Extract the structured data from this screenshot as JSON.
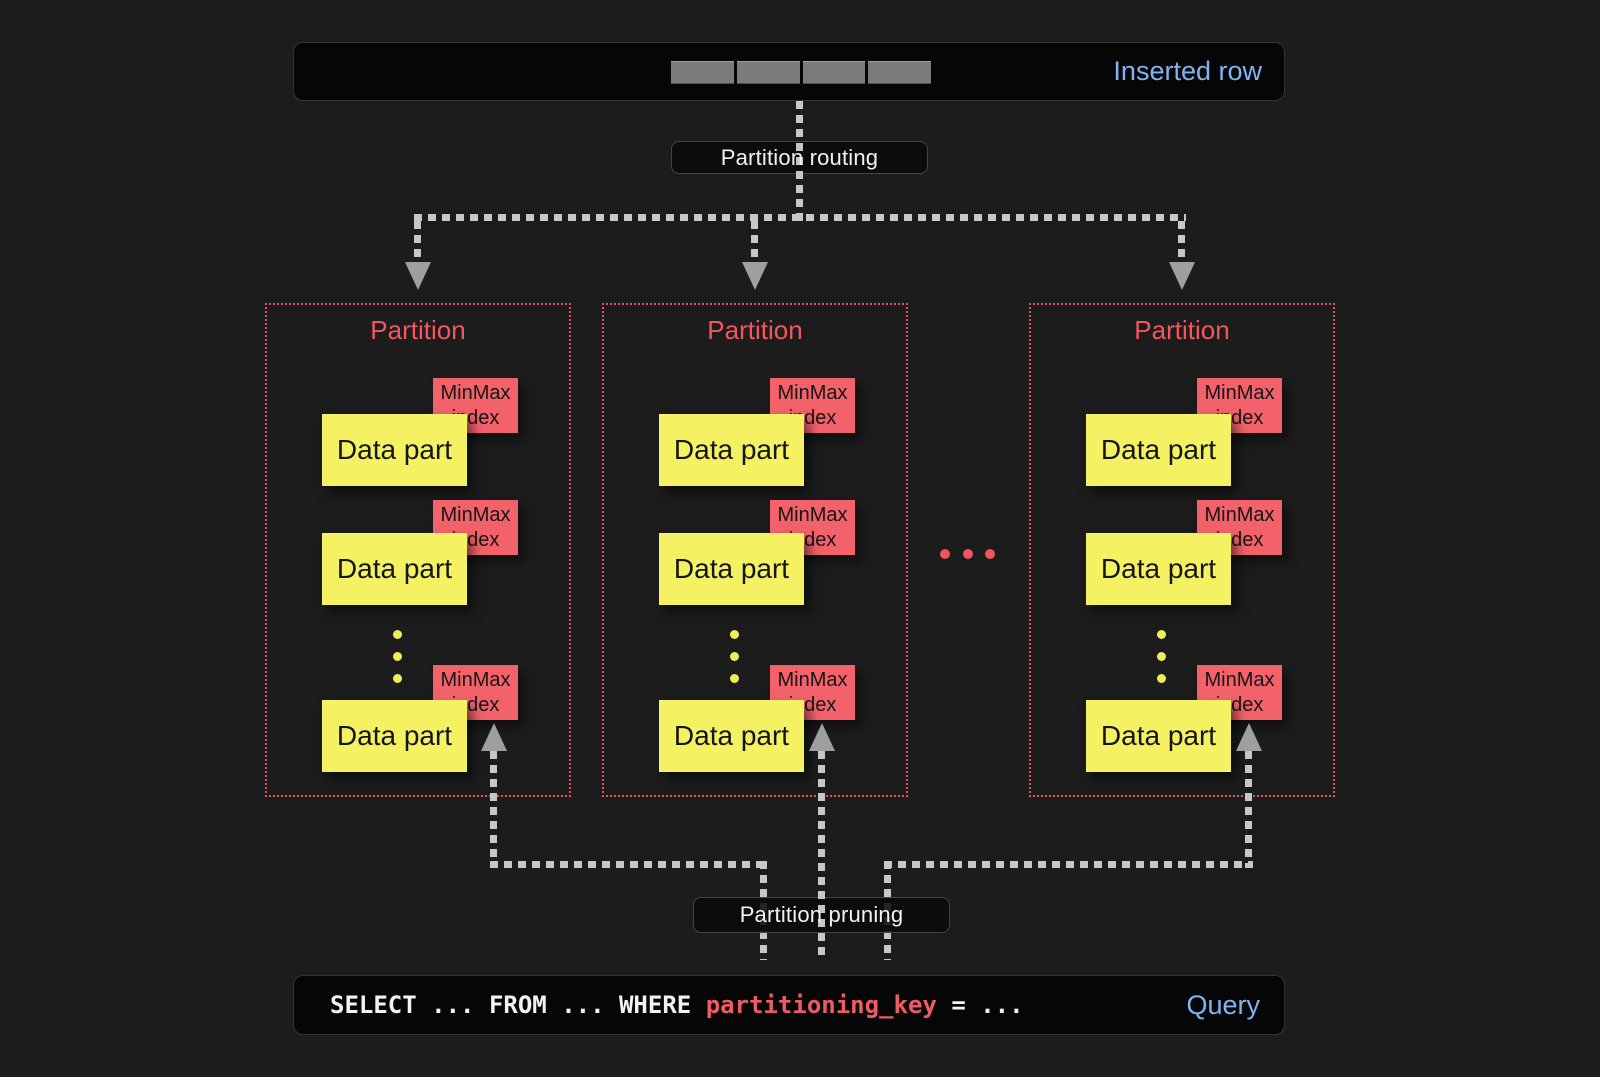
{
  "inserted_row": {
    "label": "Inserted row",
    "cell_count": 4
  },
  "flow": {
    "routing_label": "Partition routing",
    "pruning_label": "Partition pruning"
  },
  "partitions": [
    {
      "title": "Partition"
    },
    {
      "title": "Partition"
    },
    {
      "title": "Partition"
    }
  ],
  "parts": {
    "data_part_label": "Data part",
    "minmax_label": "MinMax index",
    "visible_parts_per_partition": 3,
    "vertical_ellipsis_dots": 3
  },
  "partition_gap_ellipsis_dots": 3,
  "query": {
    "sql_before": "SELECT ... FROM ... WHERE ",
    "sql_key": "partitioning_key",
    "sql_after": " = ...",
    "label": "Query"
  },
  "colors": {
    "background": "#1c1c1d",
    "panel_bg": "#060607",
    "accent_blue": "#7fb3f2",
    "partition_border_red": "#dd525c",
    "partition_title_red": "#f4555f",
    "minmax_bg": "#f3626b",
    "data_part_yellow": "#f4f163",
    "connector_gray": "#c7c7c7",
    "arrowhead_gray": "#9f9f9f",
    "sql_key_red": "#ef5b64"
  }
}
